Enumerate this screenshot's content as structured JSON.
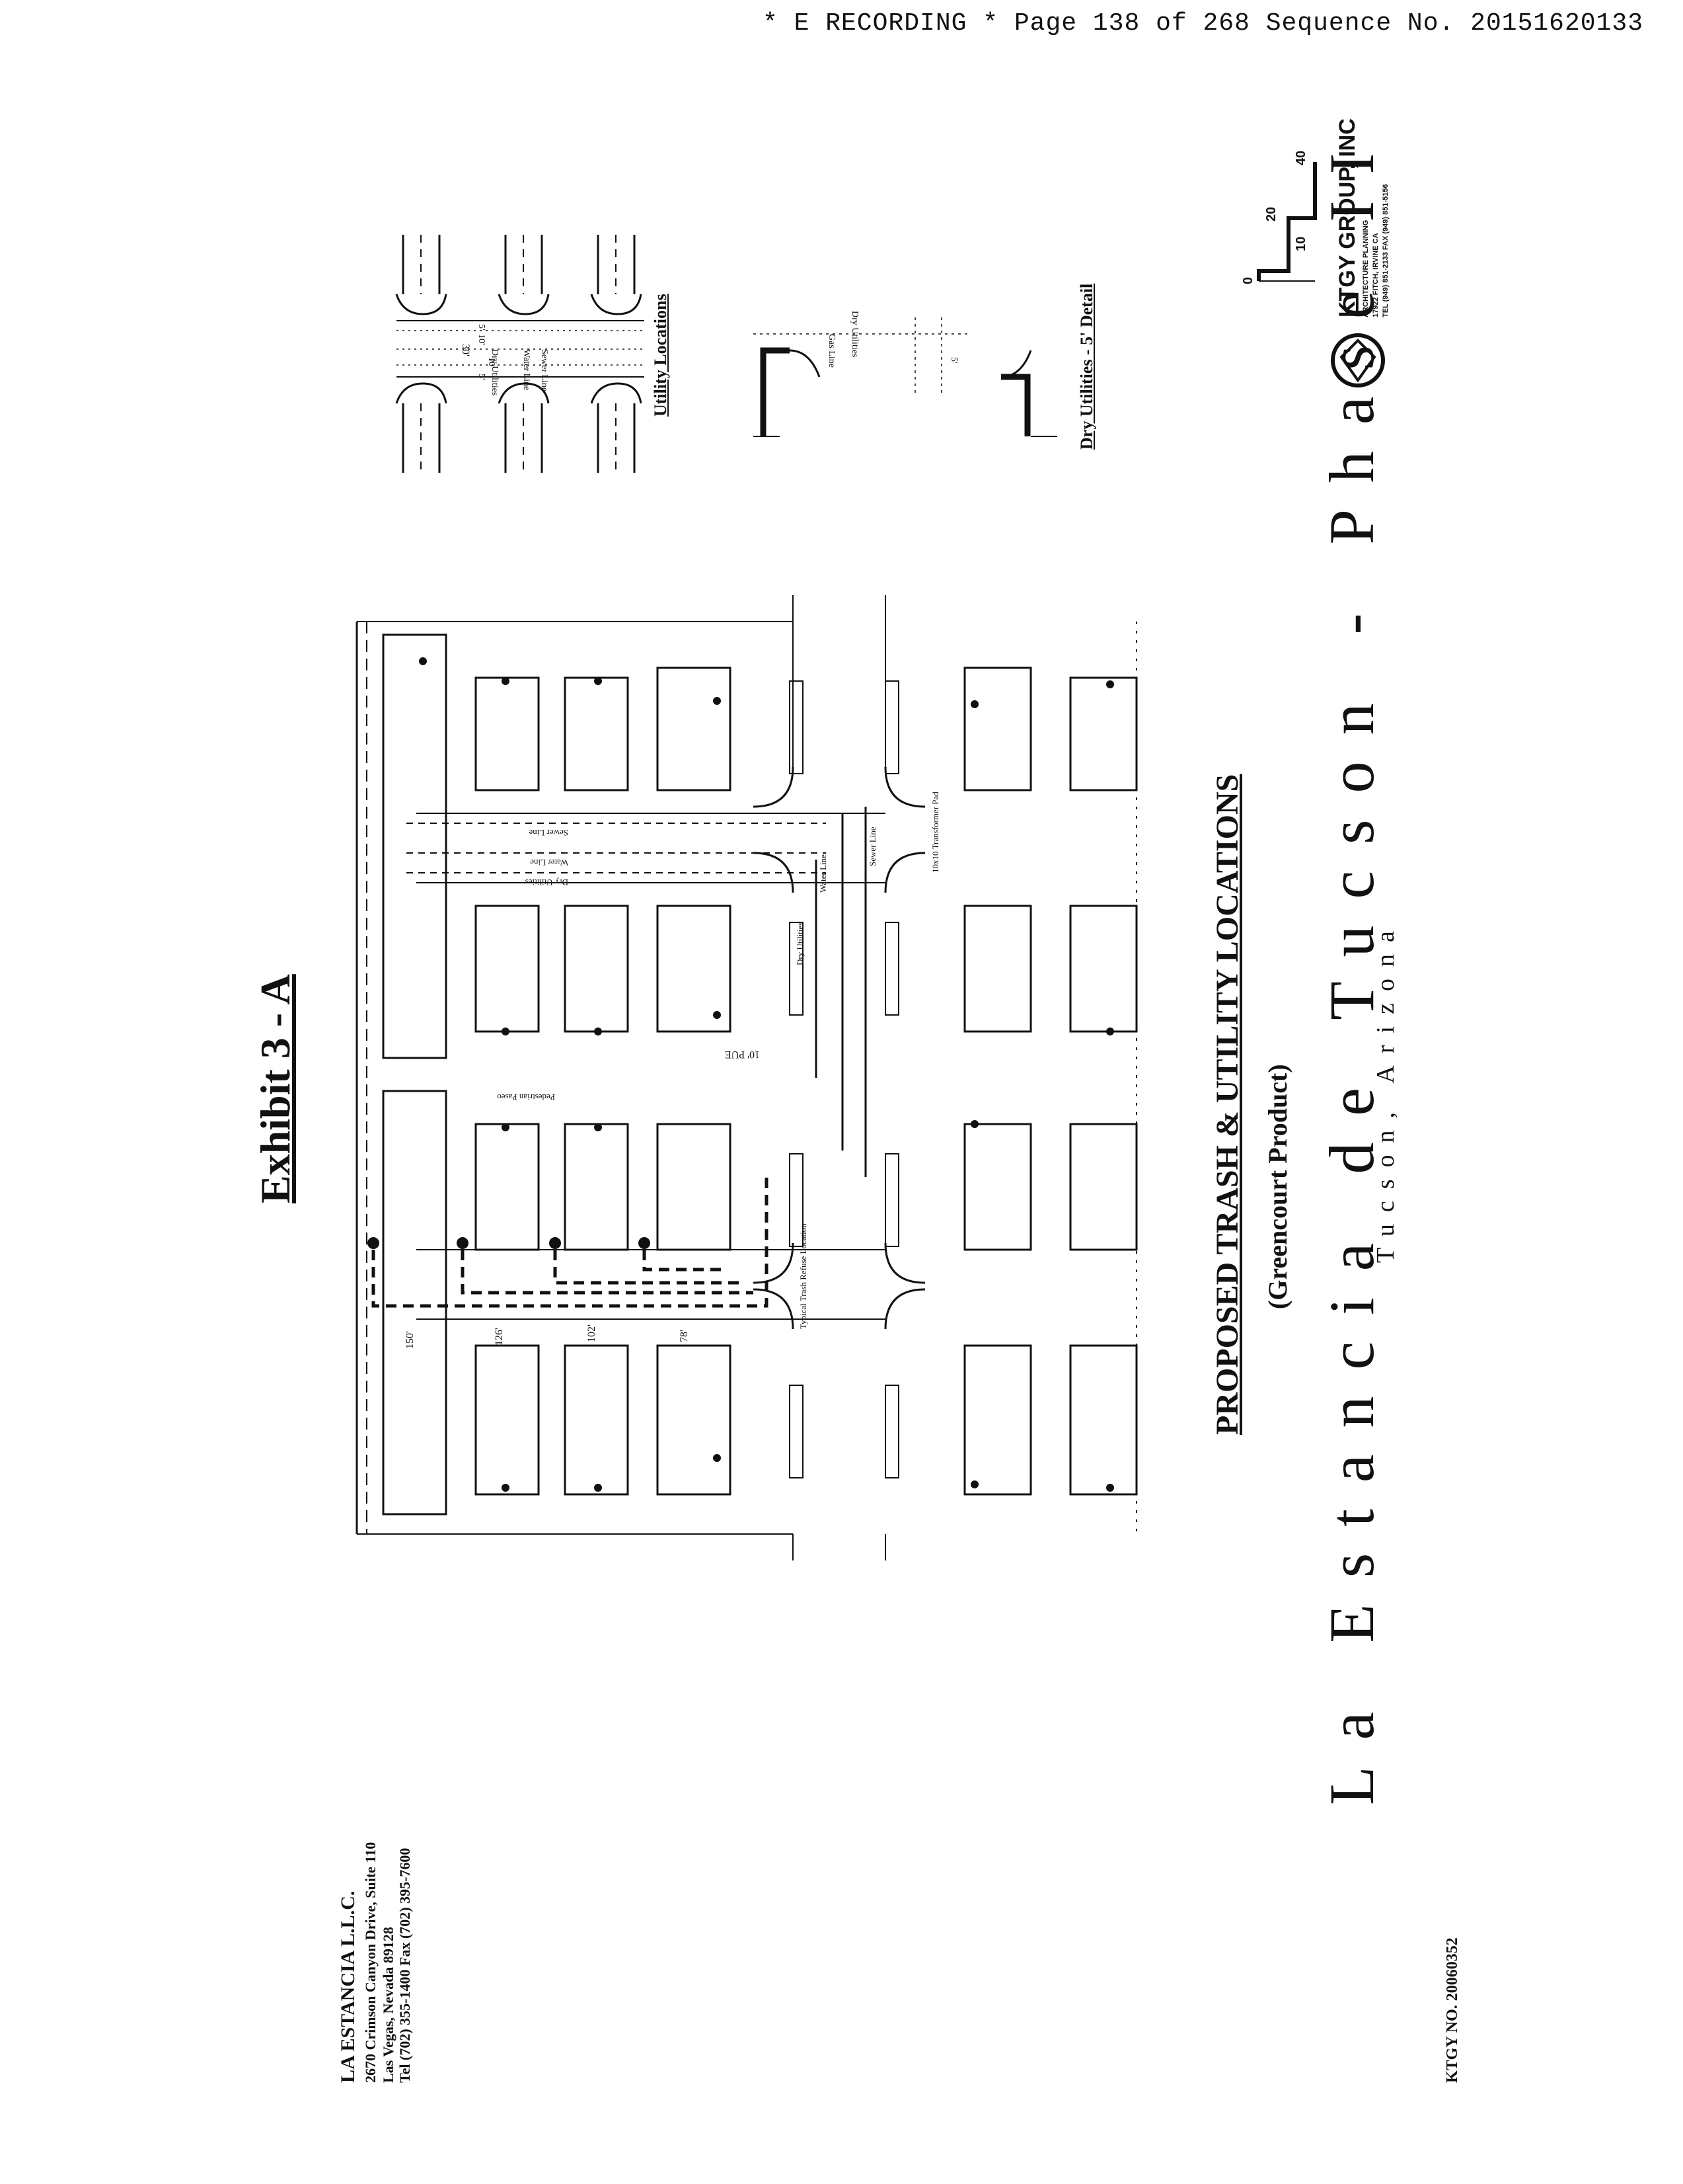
{
  "header": {
    "recording": "* E RECORDING * Page 138 of 268 Sequence No. 20151620133"
  },
  "exhibit": {
    "title": "Exhibit 3 - A"
  },
  "sheet": {
    "title": "PROPOSED TRASH & UTILITY LOCATIONS",
    "subtitle": "(Greencourt Product)",
    "project": "La Estancia de Tucson - Phase II",
    "location": "Tucson, Arizona"
  },
  "client": {
    "name": "LA ESTANCIA L.L.C.",
    "address1": "2670 Crimson Canyon Drive, Suite 110",
    "address2": "Las Vegas, Nevada 89128",
    "phone": "Tel (702) 355-1400   Fax (702) 395-7600"
  },
  "ktgy_no": "KTGY NO. 20060352",
  "details": {
    "utility_title": "Utility Locations",
    "dry_title": "Dry Utilities - 5' Detail",
    "labels": {
      "sewer": "Sewer Line",
      "water": "Water Line",
      "dry": "Dry Utilities",
      "gas": "Gas Line",
      "d30": "30'",
      "d10a": "10'",
      "d10b": "10'",
      "d5a": "5'",
      "d5b": "5'",
      "d5c": "5'"
    }
  },
  "plan": {
    "labels": {
      "sewer": "Sewer Line",
      "water": "Water Line",
      "dry": "Dry Utilities",
      "water2": "Water Line",
      "sewer2": "Sewer Line",
      "dry2": "Dry Utilities",
      "pedestrian": "Pedestrian Paseo",
      "transformer": "10x10 Transformer Pad",
      "pue": "10' PUE",
      "refuse": "Typical Trash Refuse Location",
      "d150": "150'",
      "d126": "126'",
      "d102": "102'",
      "d78": "78'"
    }
  },
  "scale": {
    "ticks": [
      "0",
      "10",
      "20",
      "40"
    ]
  },
  "firm": {
    "name": "KTGY GROUP, INC",
    "lines": [
      "ARCHITECTURE PLANNING",
      "17922 FITCH, IRVINE CA",
      "TEL (949) 851-2133 FAX (949) 851-5156"
    ]
  }
}
